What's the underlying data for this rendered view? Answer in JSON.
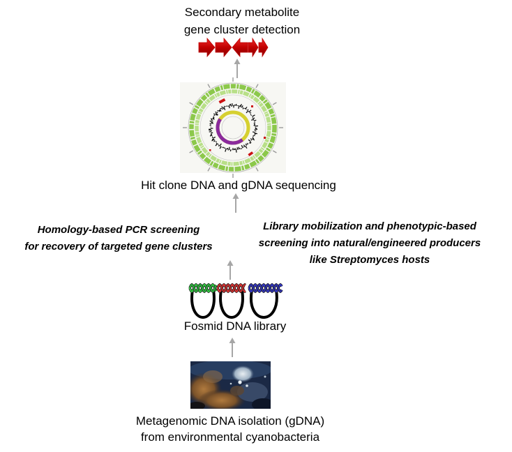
{
  "title": {
    "line1": "Secondary metabolite",
    "line2": "gene cluster detection"
  },
  "steps": {
    "sequencing": "Hit clone DNA and gDNA sequencing",
    "library": "Fosmid DNA library",
    "isolation": {
      "line1": "Metagenomic DNA isolation (gDNA)",
      "line2": "from environmental cyanobacteria"
    }
  },
  "screening": {
    "left": {
      "line1": "Homology-based PCR screening",
      "line2": "for recovery of targeted gene clusters"
    },
    "right": {
      "line1": "Library mobilization and phenotypic-based",
      "line2": "screening into natural/engineered producers",
      "line3": "like Streptomyces hosts"
    }
  },
  "gene_cluster": {
    "arrow_color": "#c00000"
  },
  "genome_map": {
    "outer_ring_color": "#8cc84b",
    "inner_ring_color": "#b8df88",
    "feature_color": "#cc1111",
    "gc_color": "#111111",
    "skew_positive_color": "#d6d030",
    "skew_negative_color": "#8a2a9c"
  },
  "fosmids": [
    {
      "insert_color": "#33cc44"
    },
    {
      "insert_color": "#e03535"
    },
    {
      "insert_color": "#3538c8"
    }
  ],
  "colors": {
    "flow_arrow": "#a6a6a6",
    "backbone": "#000000"
  }
}
